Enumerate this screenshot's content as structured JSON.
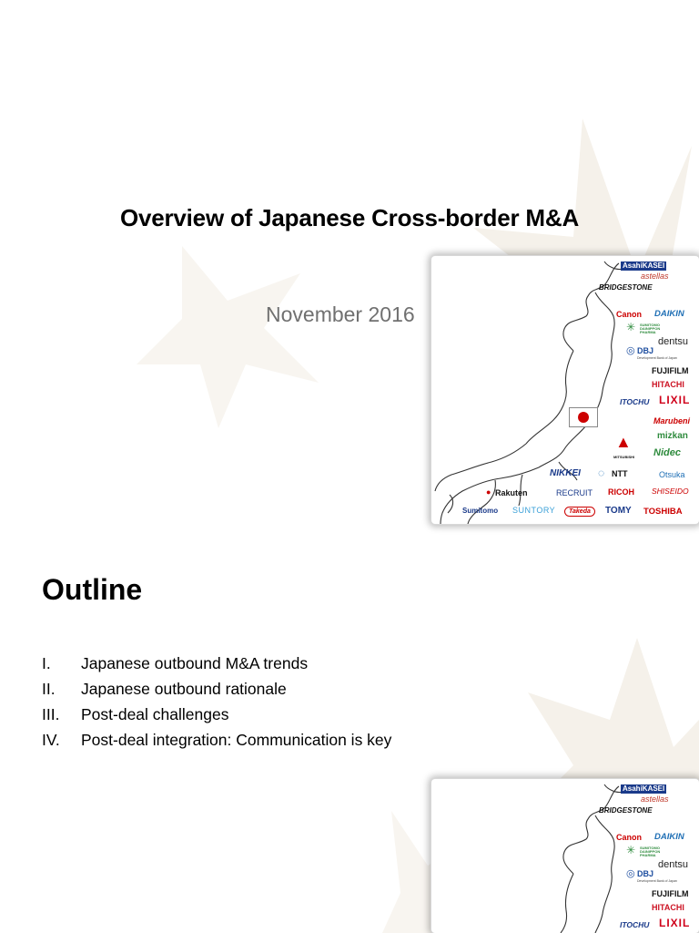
{
  "slide1": {
    "title": "Overview of Japanese Cross-border M&A",
    "subtitle": "November 2016",
    "map_logos": [
      {
        "id": "asahi-kasei",
        "text": "AsahiKASEI",
        "color": "#ffffff",
        "bg": "#1a3a8a"
      },
      {
        "id": "astellas",
        "text": "astellas",
        "color": "#c0392b"
      },
      {
        "id": "bridgestone",
        "text": "BRIDGESTONE",
        "color": "#111111"
      },
      {
        "id": "canon",
        "text": "Canon",
        "color": "#cc0000"
      },
      {
        "id": "daikin",
        "text": "DAIKIN",
        "color": "#1f6fb5"
      },
      {
        "id": "sumitomo-dainippon",
        "text": "SUMITOMO DAINIPPON PHARMA",
        "color": "#2e8b3d"
      },
      {
        "id": "dentsu",
        "text": "dentsu",
        "color": "#222222"
      },
      {
        "id": "dbj",
        "text": "DBJ",
        "color": "#1f4fa0"
      },
      {
        "id": "dbj-sub",
        "text": "Development Bank of Japan",
        "color": "#444444"
      },
      {
        "id": "fujifilm",
        "text": "FUJIFILM",
        "color": "#111111"
      },
      {
        "id": "hitachi",
        "text": "HITACHI",
        "color": "#cc1122"
      },
      {
        "id": "itochu",
        "text": "ITOCHU",
        "color": "#1a3a8a"
      },
      {
        "id": "lixil",
        "text": "LIXIL",
        "color": "#d0021b"
      },
      {
        "id": "marubeni",
        "text": "Marubeni",
        "color": "#cc0000"
      },
      {
        "id": "mizkan",
        "text": "mizkan",
        "color": "#2e8b3d"
      },
      {
        "id": "mitsubishi",
        "text": "MITSUBISHI",
        "color": "#111111"
      },
      {
        "id": "nidec",
        "text": "Nidec",
        "color": "#2e8b3d"
      },
      {
        "id": "nikkei",
        "text": "NIKKEI",
        "color": "#1a3a8a"
      },
      {
        "id": "ntt",
        "text": "NTT",
        "color": "#111111"
      },
      {
        "id": "otsuka",
        "text": "Otsuka",
        "color": "#1f6fb5"
      },
      {
        "id": "rakuten",
        "text": "Rakuten",
        "color": "#111111"
      },
      {
        "id": "recruit",
        "text": "RECRUIT",
        "color": "#1a3a8a"
      },
      {
        "id": "ricoh",
        "text": "RICOH",
        "color": "#cc0000"
      },
      {
        "id": "shiseido",
        "text": "SHISEIDO",
        "color": "#cc0000"
      },
      {
        "id": "sumitomo",
        "text": "Sumitomo",
        "color": "#1a3a8a"
      },
      {
        "id": "suntory",
        "text": "SUNTORY",
        "color": "#3aa0d8"
      },
      {
        "id": "takeda",
        "text": "Takeda",
        "color": "#cc0000"
      },
      {
        "id": "tomy",
        "text": "TOMY",
        "color": "#1a3a8a"
      },
      {
        "id": "toshiba",
        "text": "TOSHIBA",
        "color": "#cc0000"
      }
    ]
  },
  "slide2": {
    "heading": "Outline",
    "items": [
      {
        "num": "I.",
        "text": "Japanese outbound M&A trends"
      },
      {
        "num": "II.",
        "text": "Japanese outbound rationale"
      },
      {
        "num": "III.",
        "text": "Post-deal challenges"
      },
      {
        "num": "IV.",
        "text": "Post-deal integration: Communication is key"
      }
    ]
  },
  "colors": {
    "subtitle": "#707070",
    "watermark": "#f4efe6",
    "flag_red": "#cc0000"
  }
}
